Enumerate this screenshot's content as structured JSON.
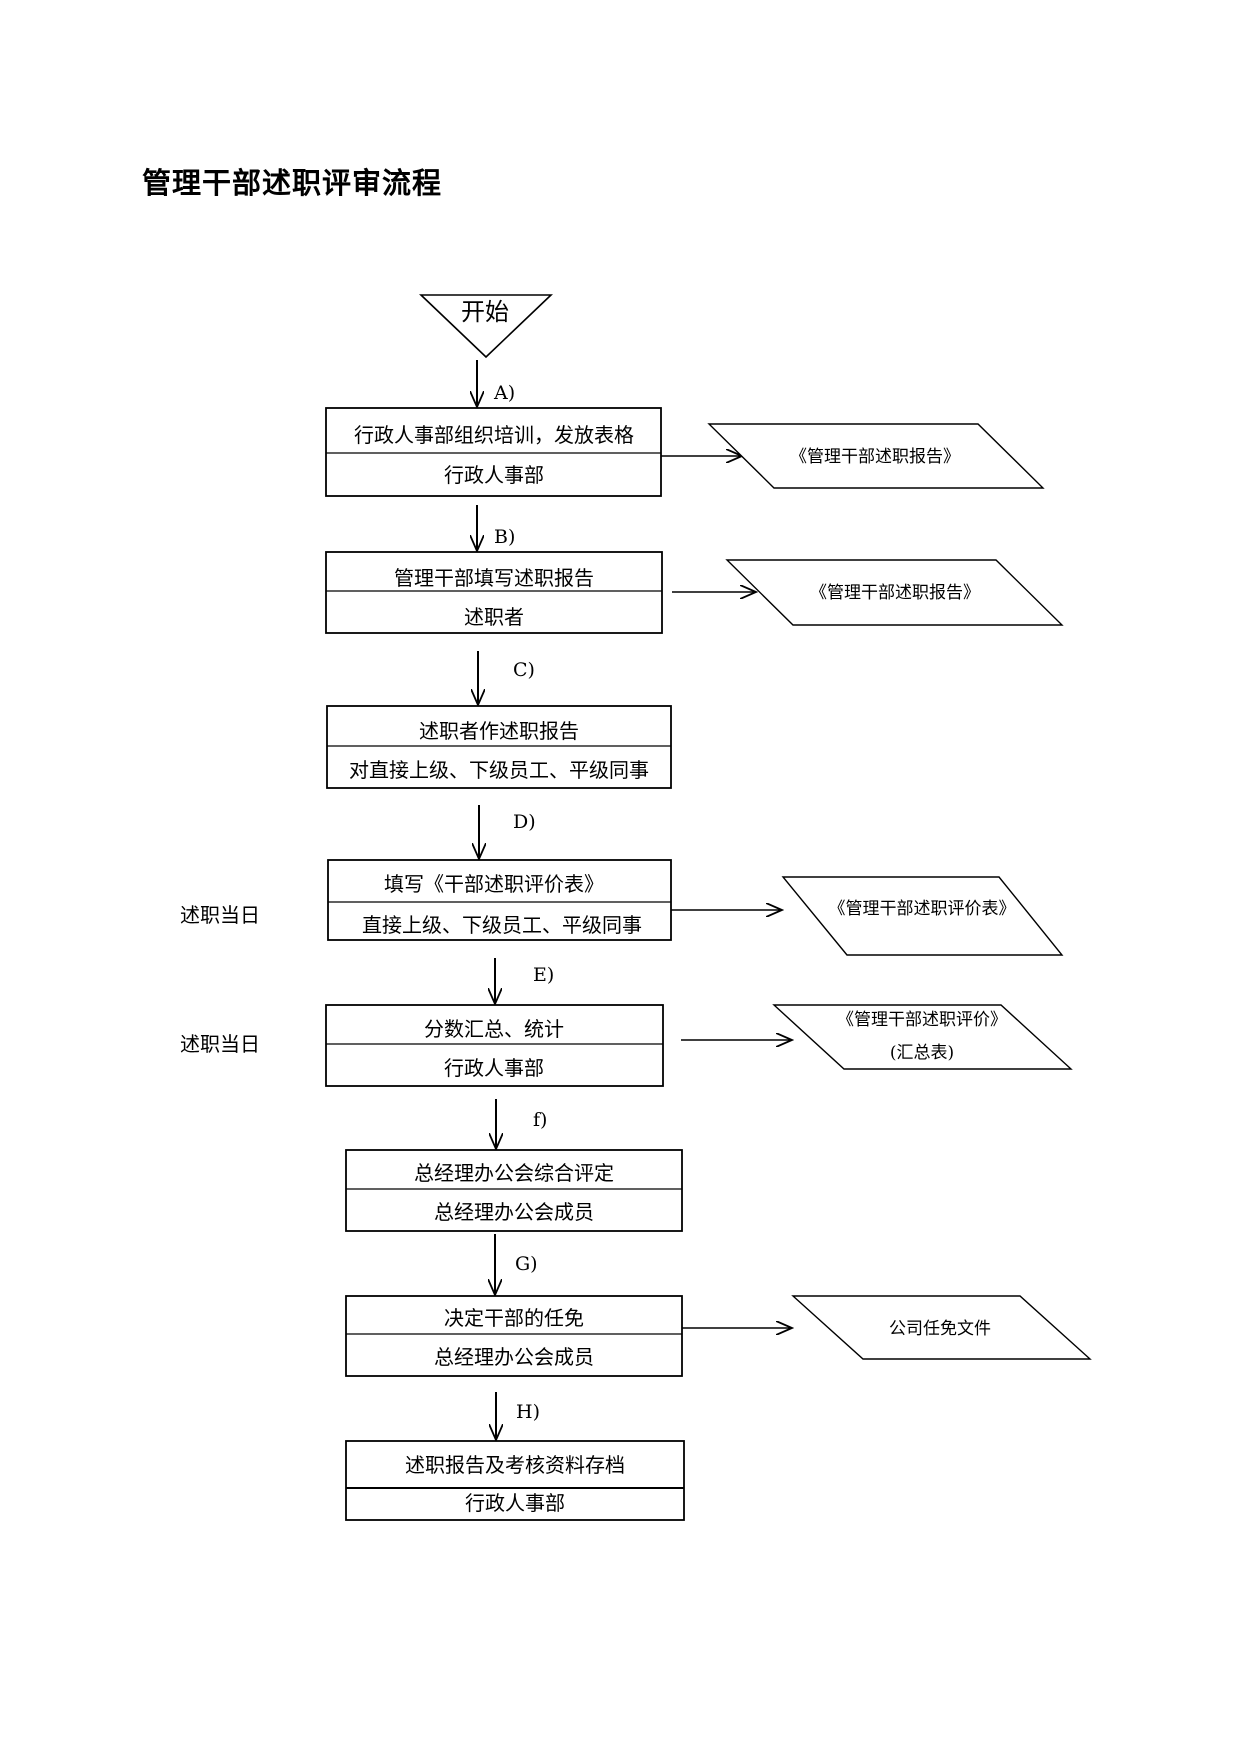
{
  "title": "管理干部述职评审流程",
  "start": "开始",
  "steps": [
    {
      "label": "A)",
      "main": "行政人事部组织培训，发放表格",
      "role": "行政人事部",
      "output": [
        "《管理干部述职报告》"
      ]
    },
    {
      "label": "B)",
      "main": "管理干部填写述职报告",
      "role": "述职者",
      "output": [
        "《管理干部述职报告》"
      ]
    },
    {
      "label": "C)",
      "main": "述职者作述职报告",
      "role": "对直接上级、下级员工、平级同事",
      "output": []
    },
    {
      "label": "D)",
      "main": "填写《干部述职评价表》",
      "role": "直接上级、下级员工、平级同事",
      "output": [
        "《管理干部述职评价表》"
      ],
      "side": "述职当日"
    },
    {
      "label": "E)",
      "main": "分数汇总、统计",
      "role": "行政人事部",
      "output": [
        "《管理干部述职评价》",
        "(汇总表)"
      ],
      "side": "述职当日"
    },
    {
      "label": "f)",
      "main": "总经理办公会综合评定",
      "role": "总经理办公会成员",
      "output": []
    },
    {
      "label": "G)",
      "main": "决定干部的任免",
      "role": "总经理办公会成员",
      "output": [
        "公司任免文件"
      ]
    },
    {
      "label": "H)",
      "main": "述职报告及考核资料存档",
      "role": "行政人事部",
      "output": []
    }
  ]
}
